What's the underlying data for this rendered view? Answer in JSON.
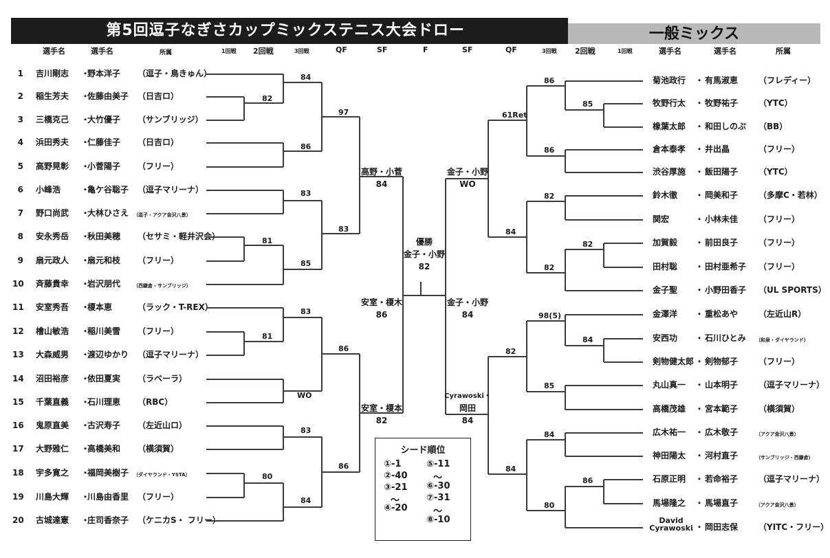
{
  "title": {
    "main": "第5回逗子なぎさカップミックステニス大会ドロー",
    "event": "一般ミックス"
  },
  "headers": {
    "left_player1": "選手名",
    "left_player2": "選手名",
    "left_affil": "所属",
    "r1": "1回戦",
    "r2": "2回戦",
    "r3": "3回戦",
    "qf": "QF",
    "sf": "SF",
    "f": "F",
    "right_sf": "SF",
    "right_qf": "QF",
    "right_r3": "3回戦",
    "right_r2": "2回戦",
    "right_r1": "1回戦",
    "right_player1": "選手名",
    "right_player2": "選手名",
    "right_affil": "所属"
  },
  "left_entries": [
    {
      "no": "1",
      "p1": "吉川剛志",
      "p2": "野本洋子",
      "aff": "（逗子・鳥きゅん）"
    },
    {
      "no": "2",
      "p1": "稲生芳夫",
      "p2": "佐藤由美子",
      "aff": "（日吉ロ）"
    },
    {
      "no": "3",
      "p1": "三橋克己",
      "p2": "大竹優子",
      "aff": "（サンブリッジ）"
    },
    {
      "no": "4",
      "p1": "浜田秀夫",
      "p2": "仁藤佳子",
      "aff": "（日吉ロ）"
    },
    {
      "no": "5",
      "p1": "高野晃彰",
      "p2": "小菅陽子",
      "aff": "（フリー）"
    },
    {
      "no": "6",
      "p1": "小峰浩",
      "p2": "亀ケ谷聡子",
      "aff": "（逗子マリーナ）"
    },
    {
      "no": "7",
      "p1": "野口尚武",
      "p2": "大林ひさえ",
      "aff": "（逗子・アクア金沢八景）"
    },
    {
      "no": "8",
      "p1": "安永秀岳",
      "p2": "秋田美穂",
      "aff": "（セサミ・軽井沢会）"
    },
    {
      "no": "9",
      "p1": "扇元政人",
      "p2": "扇元和枝",
      "aff": "（フリー）"
    },
    {
      "no": "10",
      "p1": "斉藤貴幸",
      "p2": "岩沢朋代",
      "aff": "（西鎌倉・サンブリッジ）"
    },
    {
      "no": "11",
      "p1": "安室秀吾",
      "p2": "榎本恵",
      "aff": "（ラック・T-REX）"
    },
    {
      "no": "12",
      "p1": "檜山敏浩",
      "p2": "稲川美雪",
      "aff": "（フリー）"
    },
    {
      "no": "13",
      "p1": "大森威男",
      "p2": "渡辺ゆかり",
      "aff": "（逗子マリーナ）"
    },
    {
      "no": "14",
      "p1": "沼田裕彦",
      "p2": "依田夏実",
      "aff": "（ラベーラ）"
    },
    {
      "no": "15",
      "p1": "千葉直義",
      "p2": "石川理恵",
      "aff": "（RBC）"
    },
    {
      "no": "16",
      "p1": "鬼原直美",
      "p2": "古沢寿子",
      "aff": "（左近山ロ）"
    },
    {
      "no": "17",
      "p1": "大野雅仁",
      "p2": "高橋美和",
      "aff": "（横須賀）"
    },
    {
      "no": "18",
      "p1": "宇多寛之",
      "p2": "福岡美樹子",
      "aff": "（ダイヤランド・YSTA）"
    },
    {
      "no": "19",
      "p1": "川島大輝",
      "p2": "川島由香里",
      "aff": "（フリー）"
    },
    {
      "no": "20",
      "p1": "古城達憲",
      "p2": "庄司香奈子",
      "aff": "（ケニカS・ フリー）"
    }
  ],
  "right_entries": [
    {
      "p1": "菊池政行",
      "p2": "有馬淑恵",
      "aff": "（フレディー）"
    },
    {
      "p1": "牧野行太",
      "p2": "牧野祐子",
      "aff": "（YTC）"
    },
    {
      "p1": "橡葉太郎",
      "p2": "和田しのぶ",
      "aff": "（BB）"
    },
    {
      "p1": "倉本泰孝",
      "p2": "井出晶",
      "aff": "（フリー）"
    },
    {
      "p1": "渋谷厚施",
      "p2": "飯田陽子",
      "aff": "（YTC）"
    },
    {
      "p1": "鈴木徹",
      "p2": "岡美和子",
      "aff": "（多摩C・若林）"
    },
    {
      "p1": "関宏",
      "p2": "小林未佳",
      "aff": "（フリー）"
    },
    {
      "p1": "加賀毅",
      "p2": "前田良子",
      "aff": "（フリー）"
    },
    {
      "p1": "田村聡",
      "p2": "田村亜希子",
      "aff": "（フリー）"
    },
    {
      "p1": "金子聖",
      "p2": "小野田香子",
      "aff": "（UL SPORTS）"
    },
    {
      "p1": "金澤洋",
      "p2": "重松あや",
      "aff": "（左近山R）"
    },
    {
      "p1": "安西功",
      "p2": "石川ひとみ",
      "aff": "（和泉・ダイヤランド）"
    },
    {
      "p1": "剣物健太郎",
      "p2": "剣物郁子",
      "aff": "（フリー）"
    },
    {
      "p1": "丸山真一",
      "p2": "山本明子",
      "aff": "（逗子マリーナ）"
    },
    {
      "p1": "高橋茂雄",
      "p2": "宮本範子",
      "aff": "（横須賀）"
    },
    {
      "p1": "広木祐一",
      "p2": "広木敬子",
      "aff": "（アクア金沢八景）"
    },
    {
      "p1": "神田陽太",
      "p2": "河村直子",
      "aff": "（サンブリッジ・西鎌倉）"
    },
    {
      "p1": "石原正明",
      "p2": "若命裕子",
      "aff": "（逗子マリーナ）"
    },
    {
      "p1": "馬場隆之",
      "p2": "馬場直子",
      "aff": "（アクア金沢八景）"
    },
    {
      "p1": "David Cyrawoski",
      "p2": "岡田志保",
      "aff": "（YITC・フリー）"
    }
  ],
  "scores": {
    "l_r3_1": "84",
    "l_r2_1": "82",
    "l_r3_2": "86",
    "l_qf_1": "97",
    "l_r3_3": "83",
    "l_r2_2": "81",
    "l_r3_4": "85",
    "l_qf_2": "83",
    "l_r3_5": "83",
    "l_r2_3": "81",
    "l_r3_6": "WO",
    "l_qf_3": "86",
    "l_r3_7": "83",
    "l_r2_4": "80",
    "l_r3_8": "84",
    "l_qf_4": "86",
    "r_r3_1": "86",
    "r_r2_1": "85",
    "r_r3_2": "86",
    "r_qf_1": "61Ret",
    "r_r3_3": "82",
    "r_r2_2": "82",
    "r_r3_4": "82",
    "r_qf_2": "84",
    "r_r3_5": "98(5)",
    "r_r2_3": "84",
    "r_r3_6": "85",
    "r_qf_3": "82",
    "r_r3_7": "84",
    "r_r2_4": "86",
    "r_r3_8": "80",
    "r_qf_4": "84"
  },
  "semis": {
    "l_sf1_name": "高野・小菅",
    "l_sf1_score": "84",
    "l_sf2_name": "安室・榎本",
    "l_sf2_score": "82",
    "l_f_name": "安室・榎木",
    "l_f_score": "86",
    "r_sf1_name": "金子・小野",
    "r_sf1_score": "WO",
    "r_sf2_name1": "Cyrawoski・",
    "r_sf2_name2": "岡田",
    "r_sf2_score": "84",
    "r_f_name": "金子・小野",
    "r_f_score": "84"
  },
  "winner": {
    "label": "優勝",
    "name": "金子・小野",
    "score": "82"
  },
  "seeds": {
    "title": "シード順位",
    "s1": "①-1",
    "s2": "②-40",
    "s3": "③-21",
    "tilde1": "～",
    "s4": "④-20",
    "s5": "⑤-11",
    "tilde2": "～",
    "s6": "⑥-30",
    "s7": "⑦-31",
    "tilde3": "～",
    "s8": "⑧-10"
  }
}
